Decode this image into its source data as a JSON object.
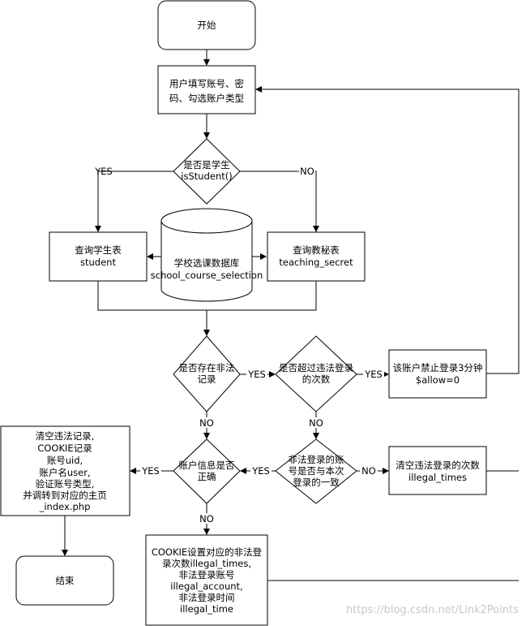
{
  "nodes": {
    "start": [
      "开始"
    ],
    "input": [
      "用户填写账号、密",
      "码、勾选账户类型"
    ],
    "is_student": [
      "是否是学生",
      "isStudent()"
    ],
    "db": [
      "学校选课数据库",
      "school_course_selection"
    ],
    "query_student": [
      "查询学生表",
      "student"
    ],
    "query_secret": [
      "查询教秘表",
      "teaching_secret"
    ],
    "has_illegal": [
      "是否存在非法",
      "记录"
    ],
    "exceed_times": [
      "是否超过违法登录",
      "的次数"
    ],
    "ban": [
      "该账户禁止登录3分钟",
      "$allow=0"
    ],
    "same_account": [
      "非法登录的账",
      "号是否与本次",
      "登录的一致"
    ],
    "clear_times": [
      "清空违法登录的次数",
      "illegal_times"
    ],
    "account_ok": [
      "账户信息是否",
      "正确"
    ],
    "success": [
      "清空违法记录,",
      "COOKIE记录",
      "账号uid,",
      "账户名user,",
      "验证账号类型,",
      "并调转到对应的主页",
      "_index.php"
    ],
    "cookie_set": [
      "COOKIE设置对应的非法登",
      "录次数illegal_times,",
      "非法登录账号",
      "illegal_account,",
      "非法登录时间",
      "illegal_time"
    ],
    "end": [
      "结束"
    ]
  },
  "edge_labels": {
    "yes": "YES",
    "no": "NO"
  },
  "watermark": "https://blog.csdn.net/Link2Points"
}
